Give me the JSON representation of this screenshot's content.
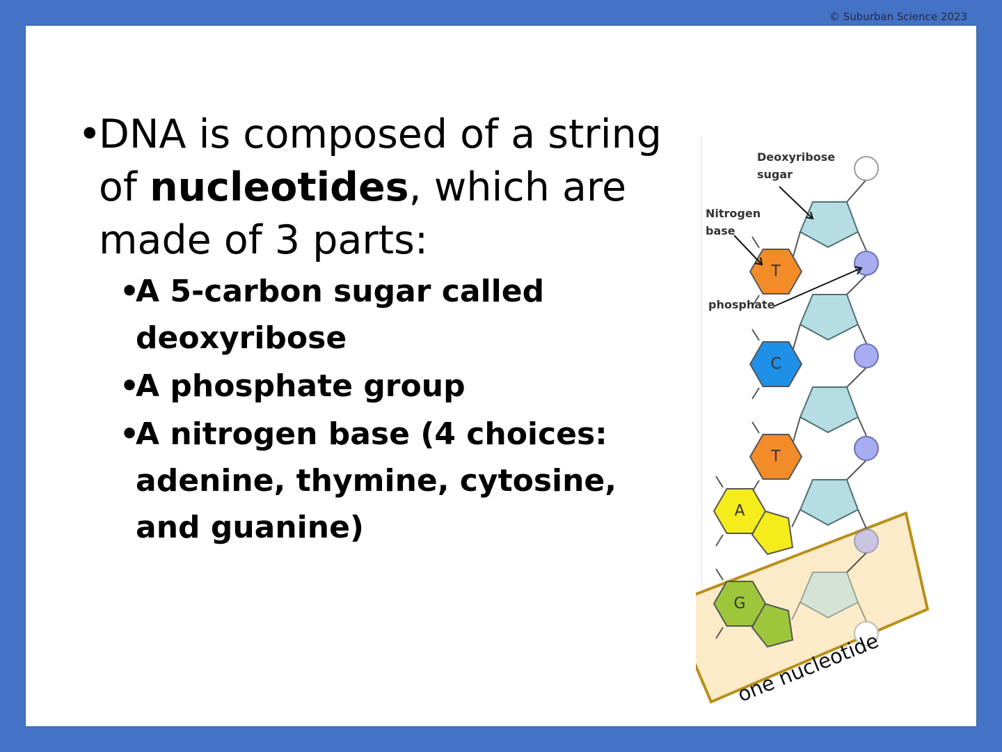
{
  "copyright": "© Suburban Science 2023",
  "main_bullet": {
    "bullet": "•",
    "text_before": "DNA is composed of a string of ",
    "bold": "nucleotides",
    "text_after": ", which are made of 3 parts:"
  },
  "sub_bullets": [
    {
      "bullet": "•",
      "text": "A 5-carbon sugar called deoxyribose"
    },
    {
      "bullet": "•",
      "text": "A phosphate group"
    },
    {
      "bullet": "•",
      "text": "A nitrogen base (4 choices: adenine, thymine, cytosine, and guanine)"
    }
  ],
  "diagram": {
    "labels": {
      "sugar_line1": "Deoxyribose",
      "sugar_line2": "sugar",
      "base_line1": "Nitrogen",
      "base_line2": "base",
      "phosphate": "phosphate"
    },
    "bases": [
      "T",
      "C",
      "T",
      "A",
      "G"
    ],
    "highlight_label": "one nucleotide",
    "colors": {
      "T": "#F28C28",
      "C": "#1E90E8",
      "A": "#F5EC1C",
      "G": "#9DC63A",
      "sugar": "#B5DDE3",
      "phosphate": "#A8ACF0",
      "highlight_border": "#B8901A",
      "highlight_fill": "#FBEBC8"
    }
  }
}
